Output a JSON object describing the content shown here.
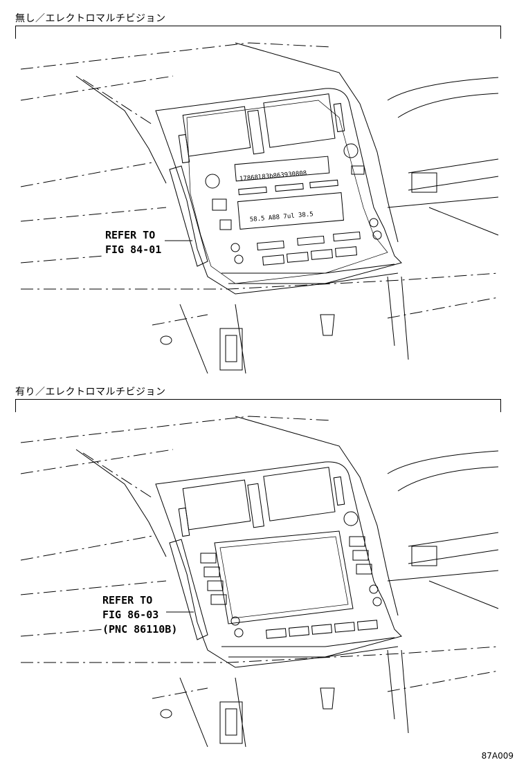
{
  "sections": [
    {
      "title": "無し／エレクトロマルチビジョン",
      "callout": [
        "REFER TO",
        "FIG 84-01"
      ]
    },
    {
      "title": "有り／エレクトロマルチビジョン",
      "callout": [
        "REFER TO",
        "FIG 86-03",
        "(PNC 86110B)"
      ]
    }
  ],
  "footer_code": "87A009"
}
